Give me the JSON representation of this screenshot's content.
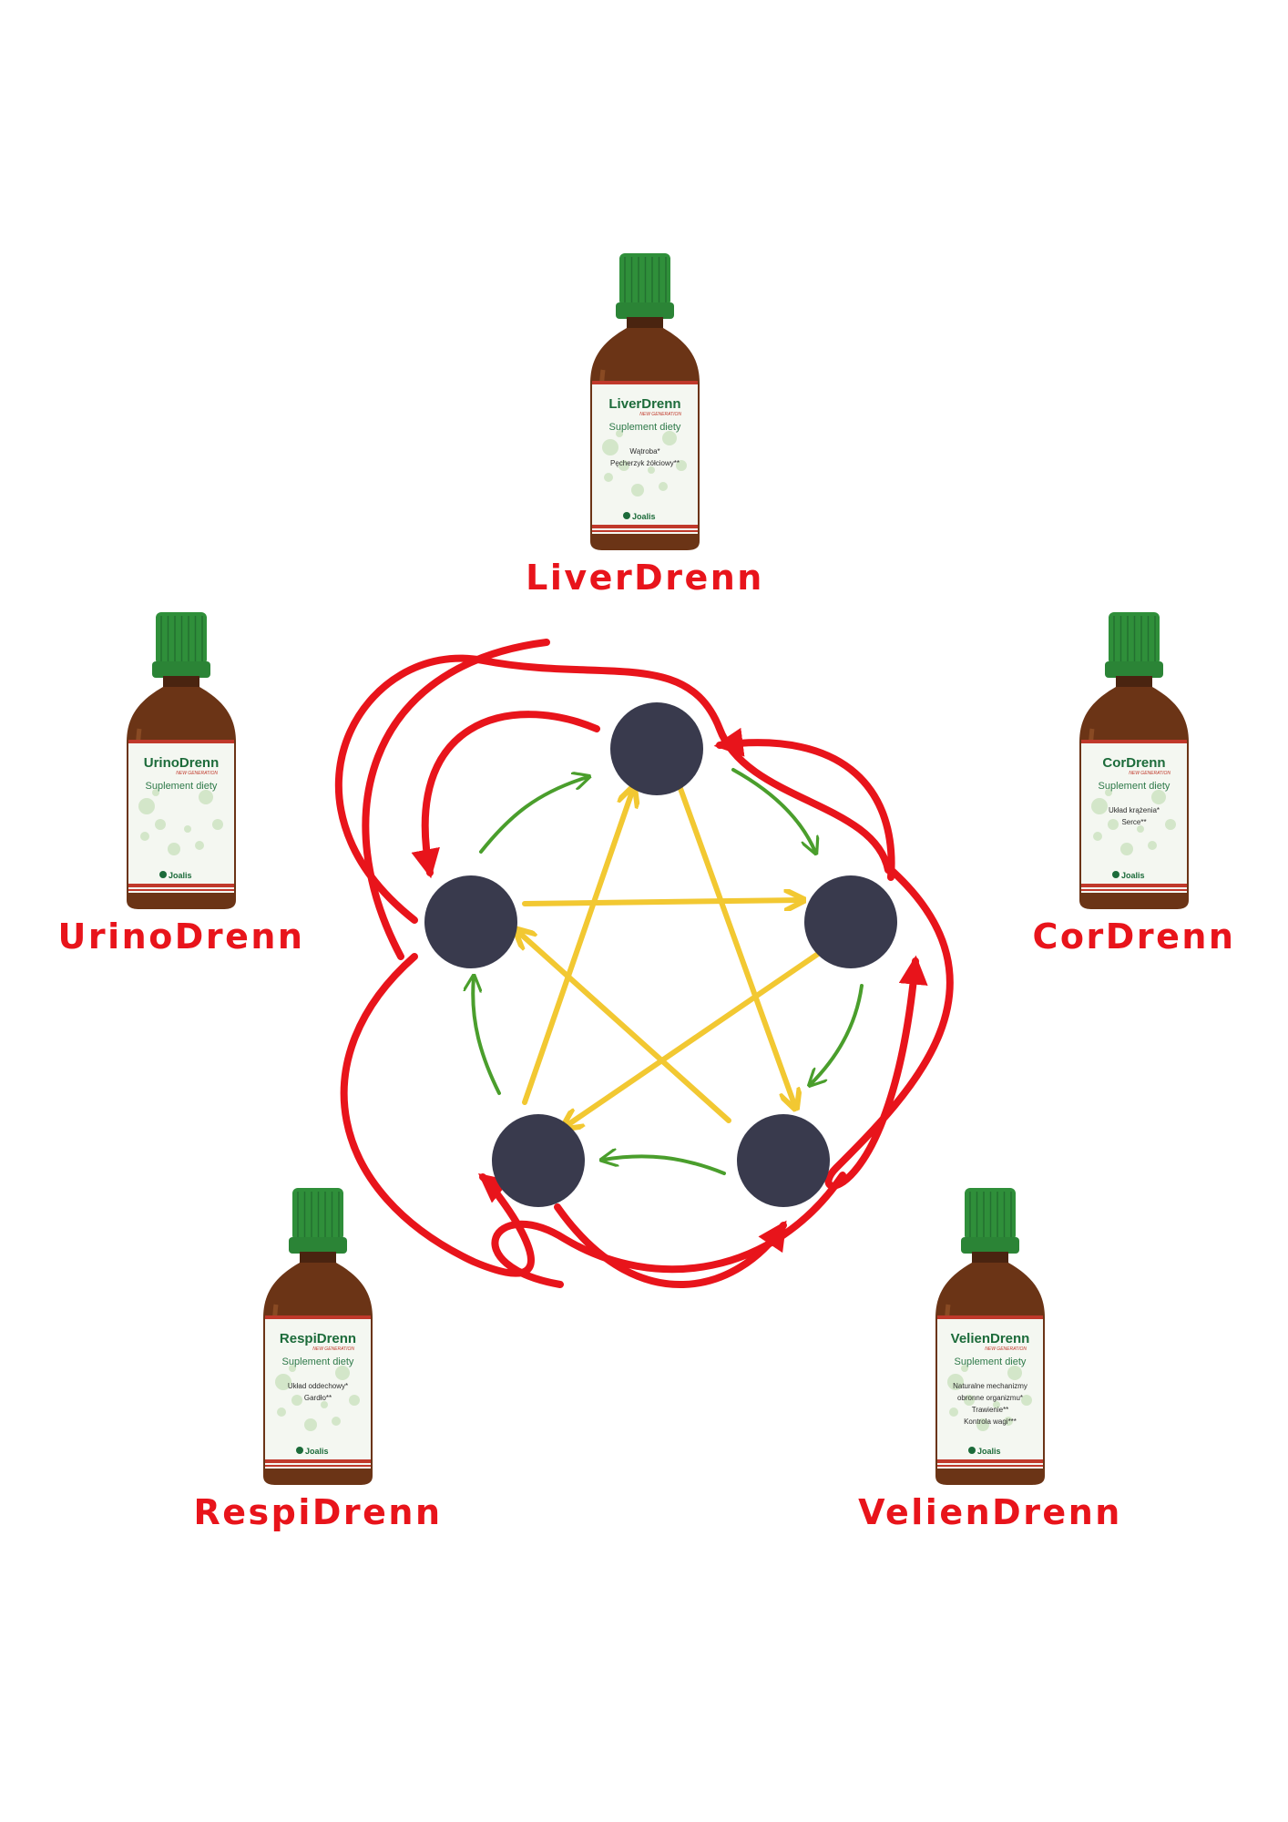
{
  "products": [
    {
      "key": "liver",
      "name": "LiverDrenn",
      "label_title": "LiverDrenn",
      "label_generation": "NEW GENERATION",
      "label_subtitle": "Suplement diety",
      "label_lines": [
        "Wątroba*",
        "Pęcherzyk żółciowy**"
      ],
      "brand": "Joalis"
    },
    {
      "key": "urino",
      "name": "UrinoDrenn",
      "label_title": "UrinoDrenn",
      "label_generation": "NEW GENERATION",
      "label_subtitle": "Suplement diety",
      "label_lines": [],
      "brand": "Joalis"
    },
    {
      "key": "cor",
      "name": "CorDrenn",
      "label_title": "CorDrenn",
      "label_generation": "NEW GENERATION",
      "label_subtitle": "Suplement diety",
      "label_lines": [
        "Układ krążenia*",
        "Serce**"
      ],
      "brand": "Joalis"
    },
    {
      "key": "respi",
      "name": "RespiDrenn",
      "label_title": "RespiDrenn",
      "label_generation": "NEW GENERATION",
      "label_subtitle": "Suplement diety",
      "label_lines": [
        "Układ oddechowy*",
        "Gardło**"
      ],
      "brand": "Joalis"
    },
    {
      "key": "velien",
      "name": "VelienDrenn",
      "label_title": "VelienDrenn",
      "label_generation": "NEW GENERATION",
      "label_subtitle": "Suplement diety",
      "label_lines": [
        "Naturalne mechanizmy",
        "obronne organizmu*",
        "Trawienie**",
        "Kontrola wagi***"
      ],
      "brand": "Joalis"
    }
  ],
  "colors": {
    "product_name": "#e8141b",
    "outer_arrows": "#e8141b",
    "star_arrows": "#f2c832",
    "cycle_arrows": "#4a9e2c",
    "nodes": "#393a4d",
    "cap": "#2f8f3a",
    "glass": "#6b3416"
  },
  "icons": {
    "node": "circle",
    "bottle": "dropper-bottle-icon"
  }
}
